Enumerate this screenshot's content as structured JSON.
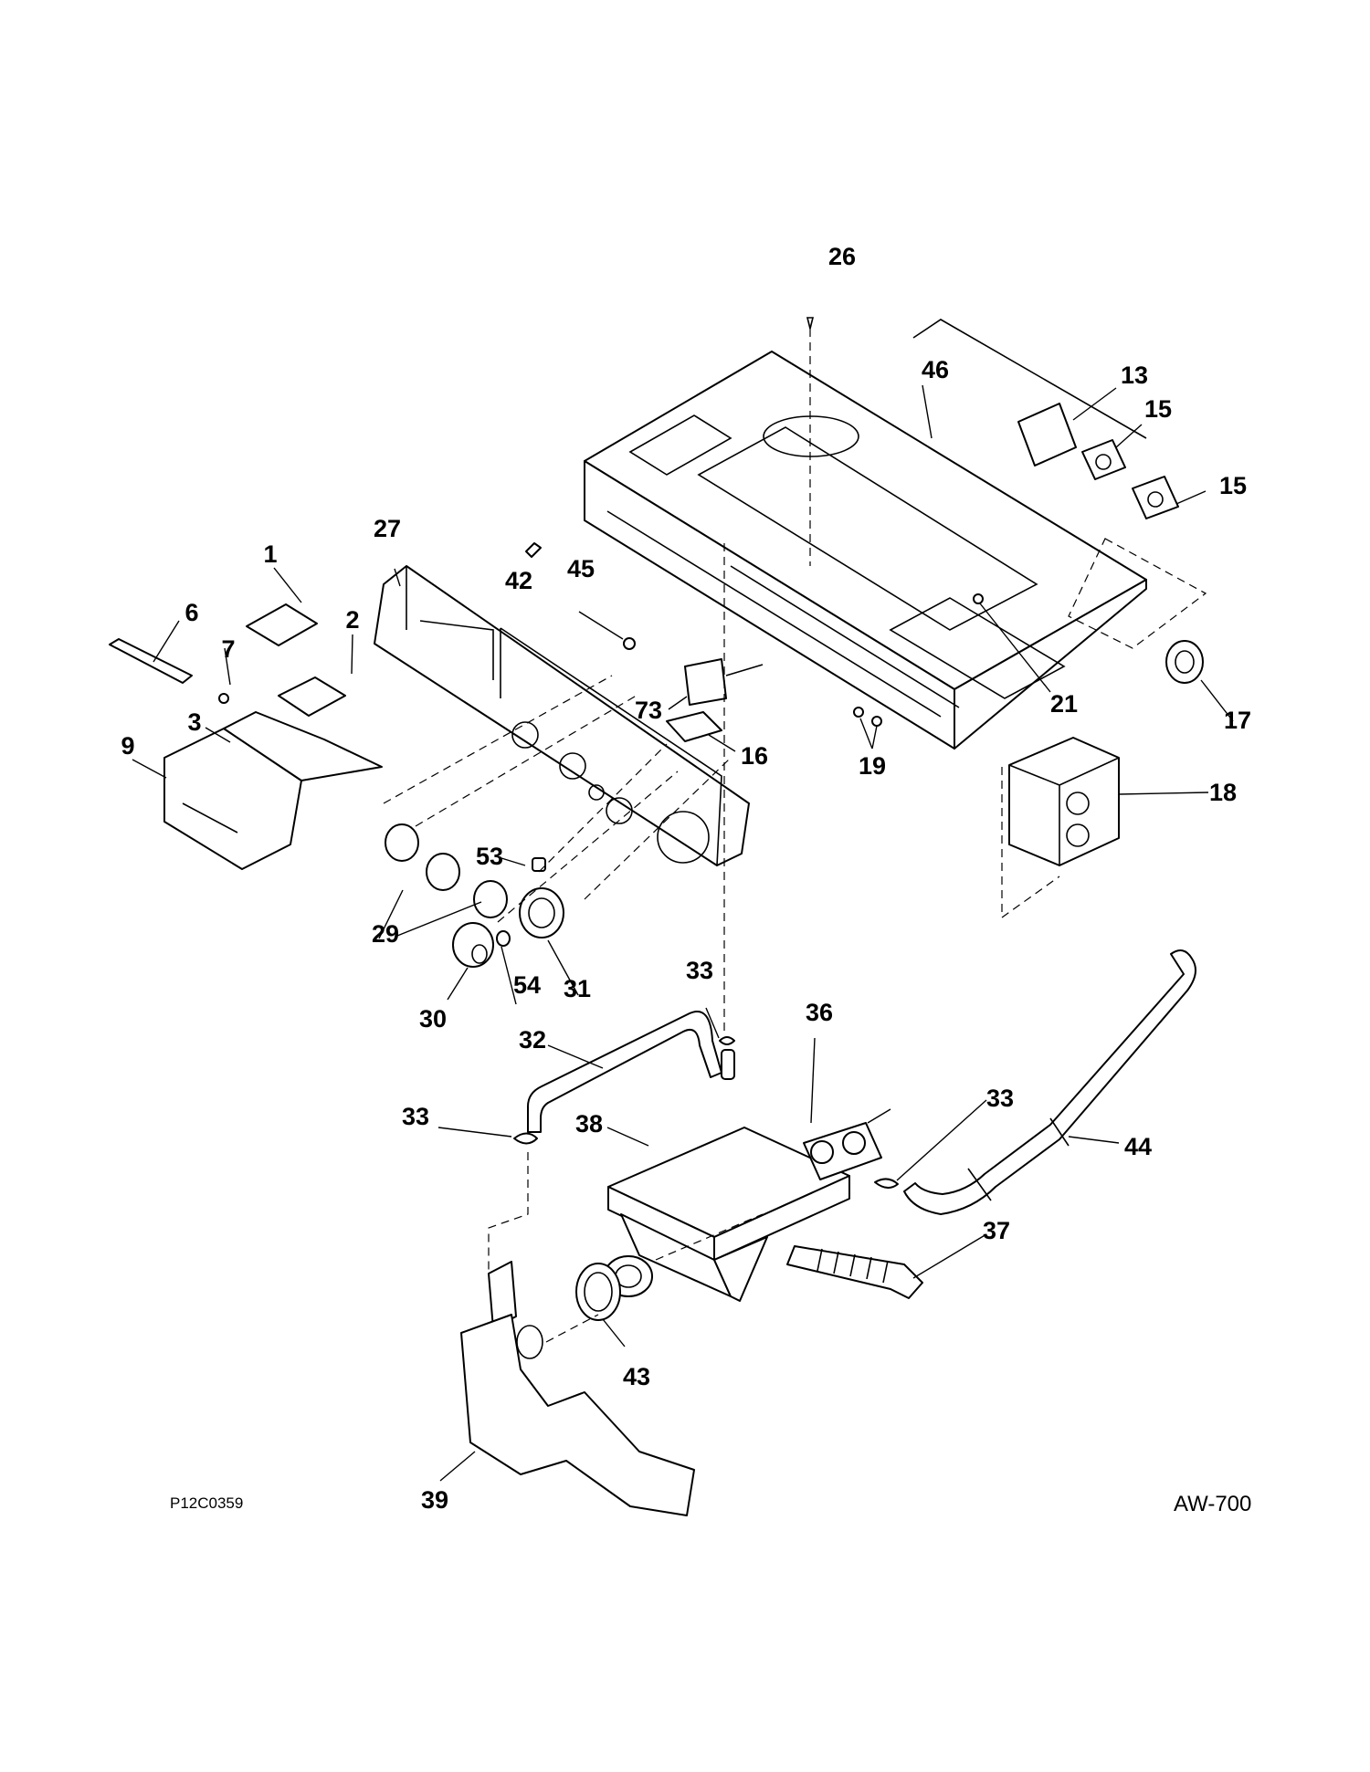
{
  "diagram": {
    "callouts": {
      "c1": "1",
      "c2": "2",
      "c3": "3",
      "c6": "6",
      "c7": "7",
      "c9": "9",
      "c13": "13",
      "c15a": "15",
      "c15b": "15",
      "c16": "16",
      "c17": "17",
      "c18": "18",
      "c19": "19",
      "c21": "21",
      "c26": "26",
      "c27": "27",
      "c29": "29",
      "c30": "30",
      "c31": "31",
      "c32": "32",
      "c33a": "33",
      "c33b": "33",
      "c33c": "33",
      "c36": "36",
      "c37": "37",
      "c38": "38",
      "c39": "39",
      "c42": "42",
      "c43": "43",
      "c44": "44",
      "c45": "45",
      "c46": "46",
      "c53": "53",
      "c54": "54",
      "c73": "73"
    },
    "figure_code": "P12C0359",
    "model_code": "AW-700"
  }
}
